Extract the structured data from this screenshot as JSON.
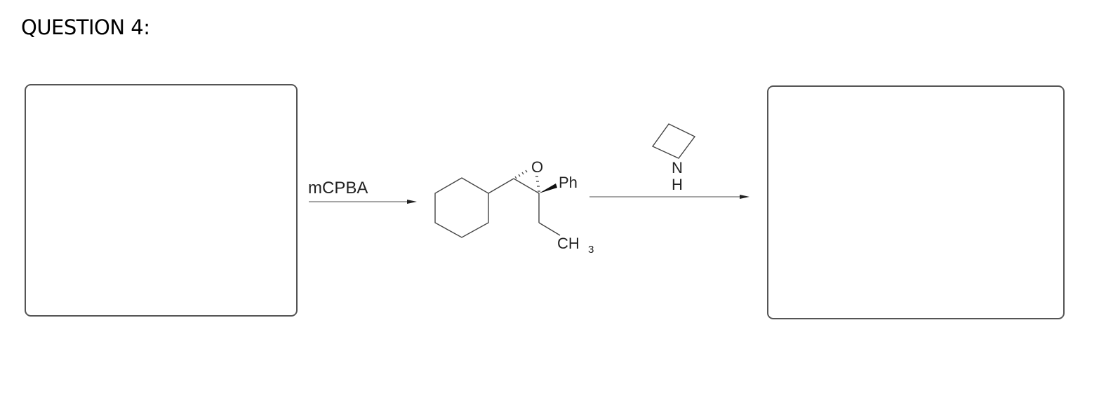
{
  "question": {
    "title": "QUESTION 4:"
  },
  "step1": {
    "reagent": "mCPBA"
  },
  "epoxide": {
    "oxygen_label": "O",
    "phenyl_label": "Ph",
    "methyl_label": "CH",
    "methyl_subscript": "3"
  },
  "step2": {
    "reagent_nitrogen": "N",
    "reagent_hydrogen": "H"
  },
  "colors": {
    "ink": "#222222",
    "box_border": "#555555",
    "arrow": "#888888"
  }
}
